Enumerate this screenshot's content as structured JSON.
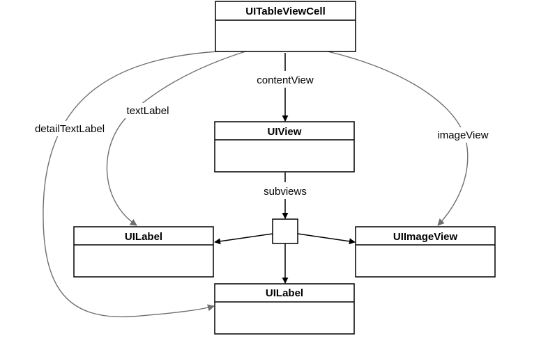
{
  "diagram": {
    "nodes": {
      "tableviewcell": {
        "title": "UITableViewCell"
      },
      "uiview": {
        "title": "UIView"
      },
      "textlabel_target": {
        "title": "UILabel"
      },
      "detail_target": {
        "title": "UILabel"
      },
      "imageview": {
        "title": "UIImageView"
      }
    },
    "edges": {
      "content_view": {
        "label": "contentView"
      },
      "subviews": {
        "label": "subviews"
      },
      "text_label": {
        "label": "textLabel"
      },
      "detail_text_label": {
        "label": "detailTextLabel"
      },
      "image_view": {
        "label": "imageView"
      }
    },
    "colors": {
      "line": "#000000",
      "reference_line": "#6f6f6f"
    }
  }
}
